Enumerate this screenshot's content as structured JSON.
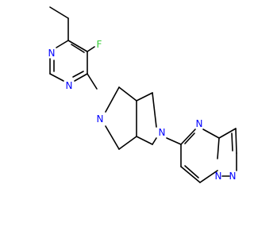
{
  "colors": {
    "bond": "#000000",
    "nitrogen": "#0000ff",
    "fluorine": "#33cc33"
  },
  "atoms": {
    "n_pym1": "N",
    "n_pym3": "N",
    "n_bicyclic_a": "N",
    "n_bicyclic_b": "N",
    "fluorine": "F",
    "n_pyrazolo_ring": "N",
    "n_bridgehead": "N",
    "n_pyrazole": "N"
  }
}
